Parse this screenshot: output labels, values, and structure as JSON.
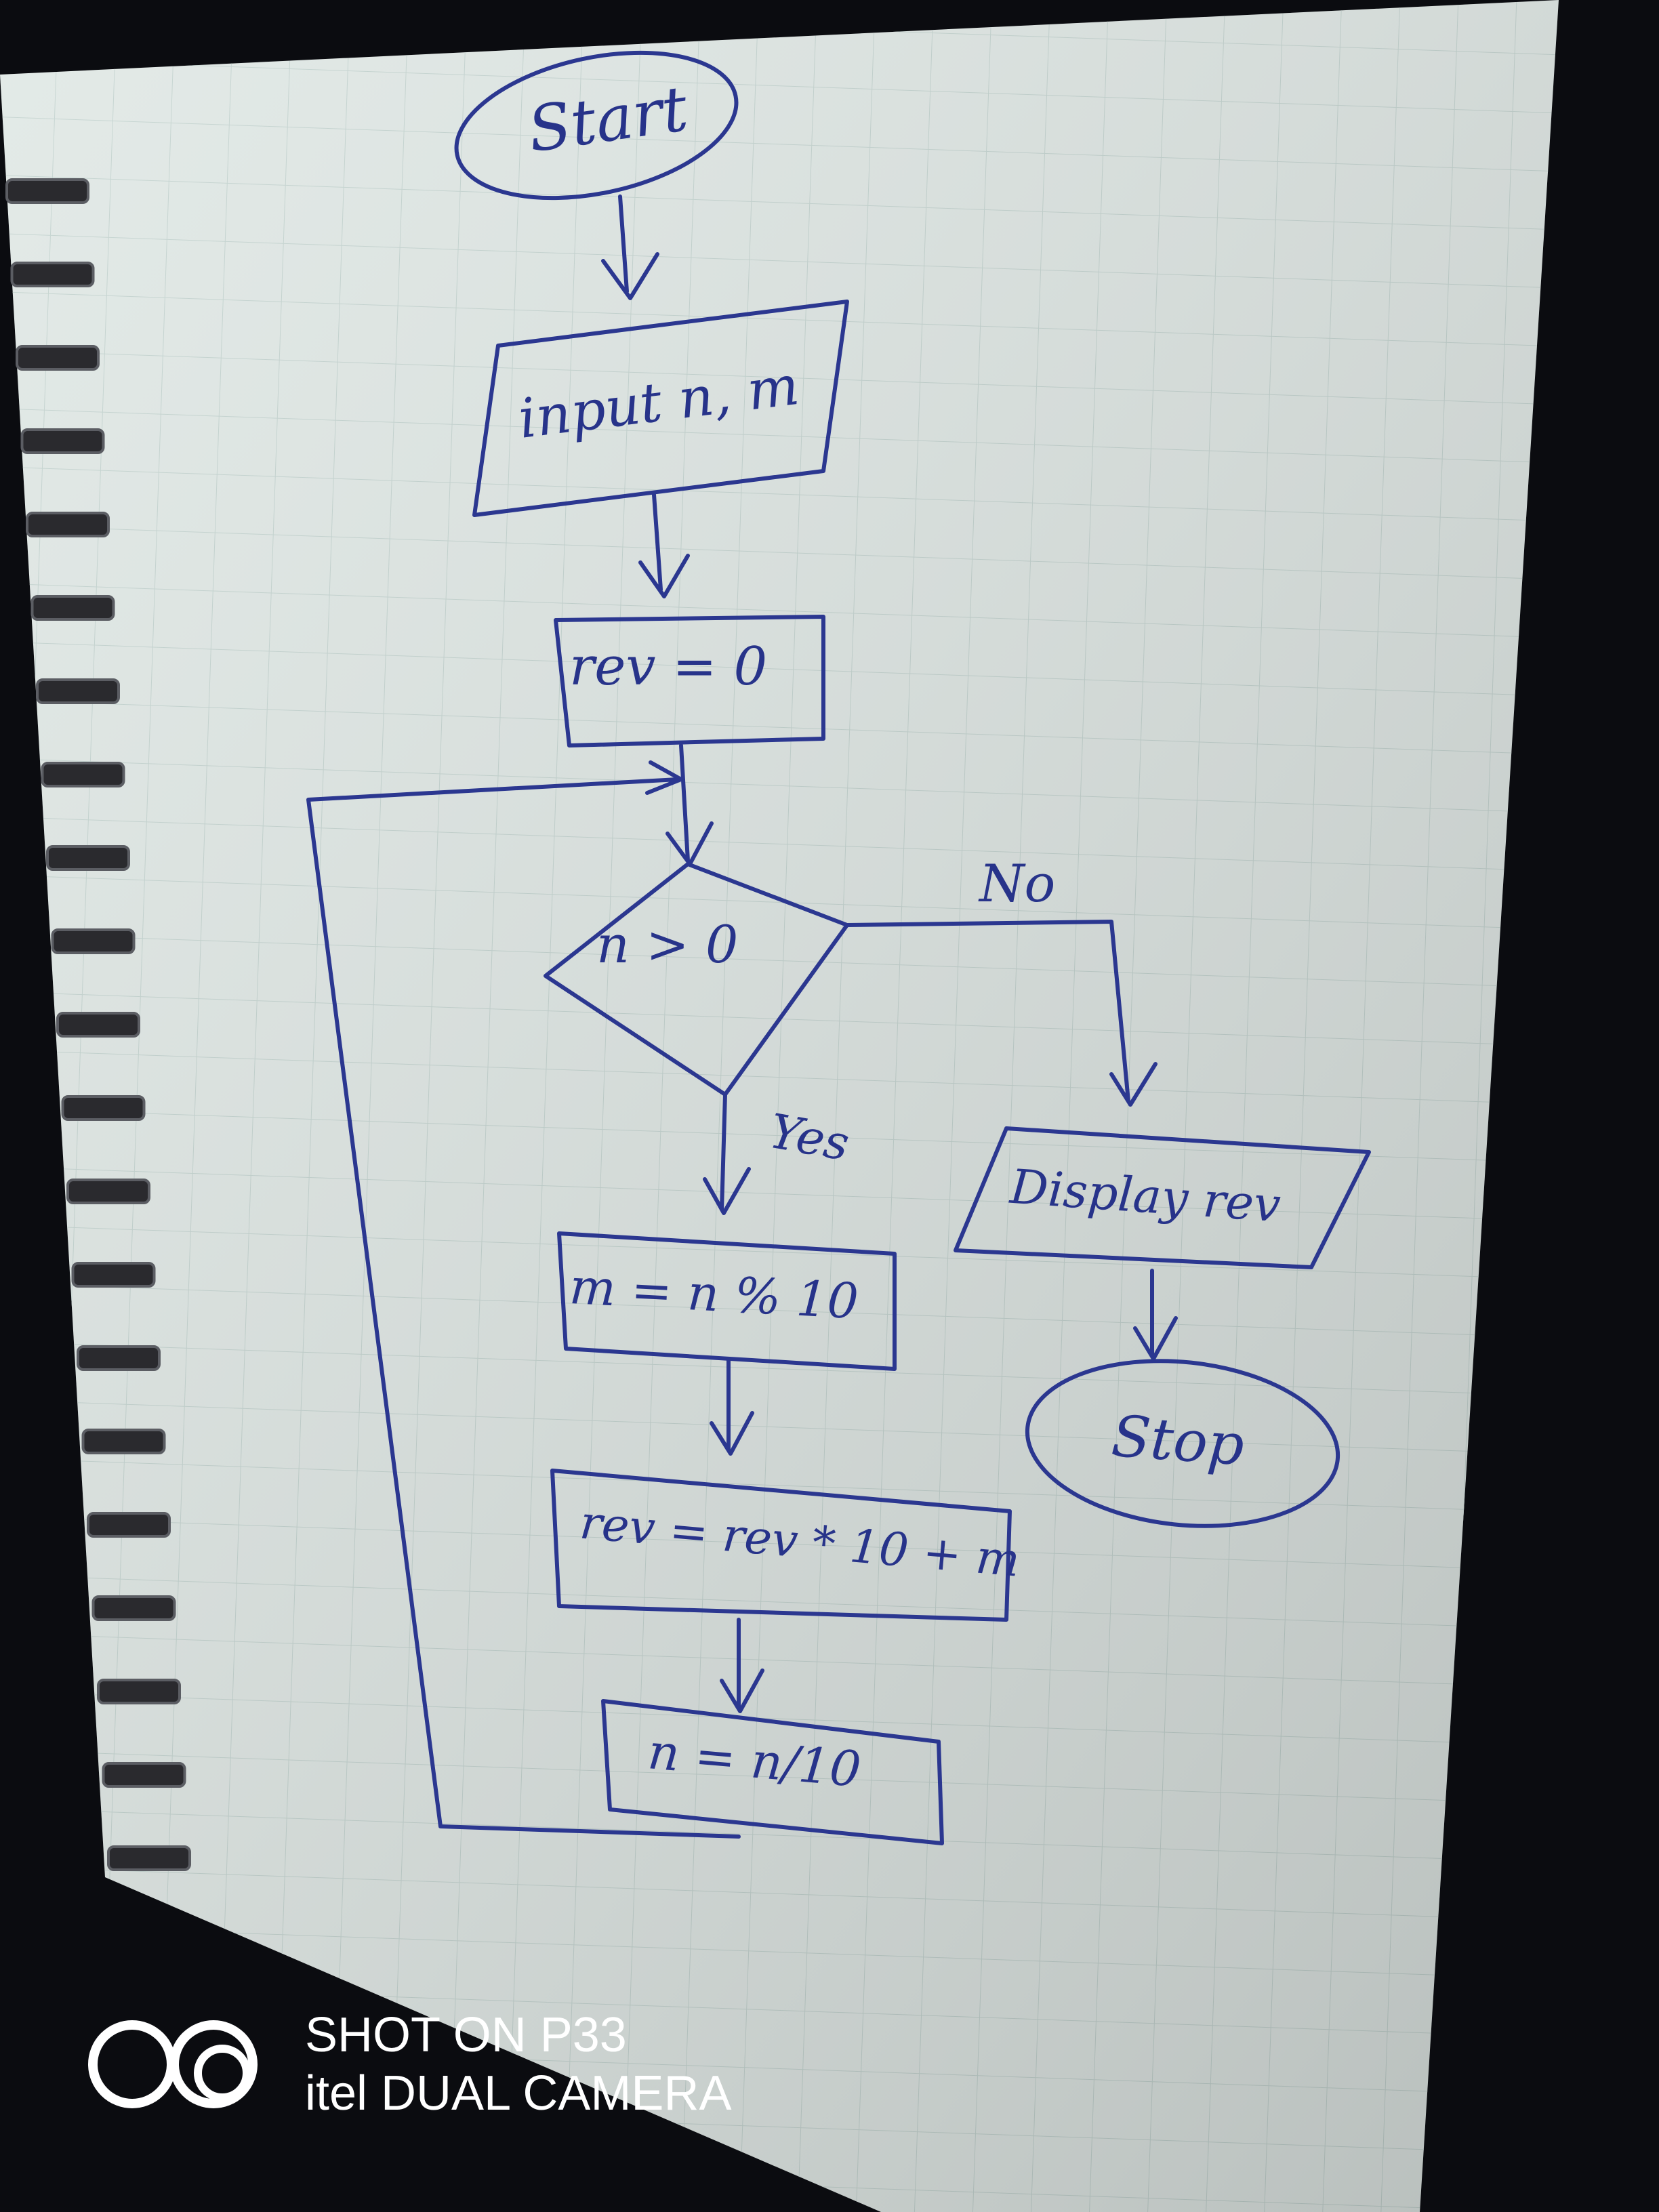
{
  "flowchart": {
    "start": "Start",
    "input": "input n, m",
    "init": "rev = 0",
    "decision": "n > 0",
    "no_label": "No",
    "yes_label": "Yes",
    "step_mod": "m = n % 10",
    "step_rev": "rev = rev * 10 + m",
    "step_div": "n = n/10",
    "display": "Display rev",
    "stop": "Stop"
  },
  "watermark": {
    "line1": "SHOT ON P33",
    "line2": "itel DUAL CAMERA"
  },
  "colors": {
    "ink": "#2b3790",
    "paper": "#dfe8e4",
    "background": "#0b0c10"
  }
}
